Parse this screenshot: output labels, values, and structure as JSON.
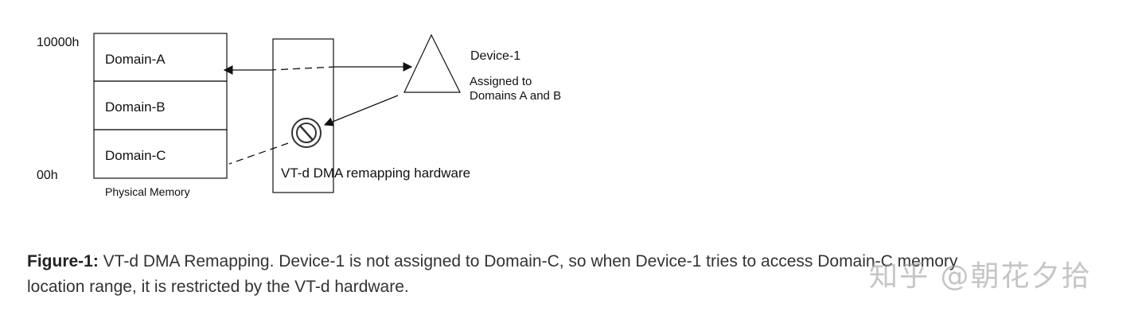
{
  "diagram": {
    "addr_top": "10000h",
    "addr_bottom": "00h",
    "memory_label": "Physical Memory",
    "domains": [
      "Domain-A",
      "Domain-B",
      "Domain-C"
    ],
    "device_name": "Device-1",
    "device_note_line1": "Assigned to",
    "device_note_line2": "Domains A and B",
    "hardware_label": "VT-d DMA remapping hardware"
  },
  "caption": {
    "label": "Figure-1:",
    "line1": " VT-d DMA Remapping. Device-1 is not assigned to Domain-C, so when Device-1 tries to access Domain-C memory",
    "line2": "location range, it is restricted by the VT-d hardware."
  },
  "watermark": "知乎 @朝花夕拾",
  "colors": {
    "line": "#111111",
    "caption_text": "#333333"
  }
}
